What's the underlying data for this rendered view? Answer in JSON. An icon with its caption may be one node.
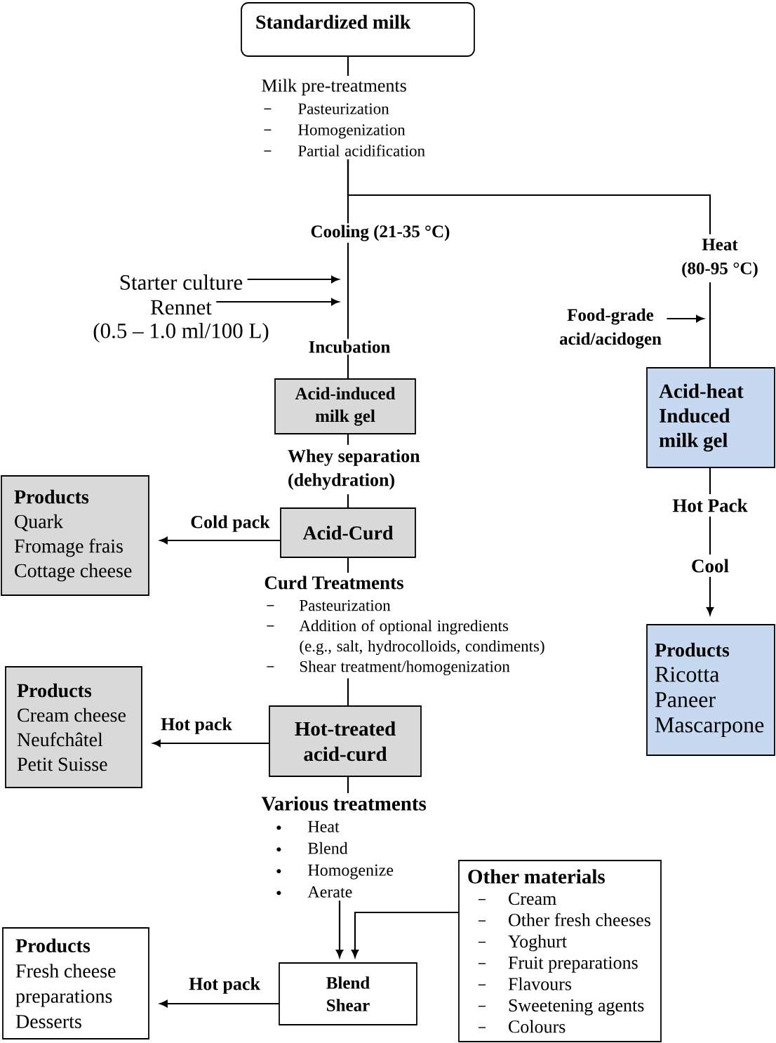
{
  "diagram": {
    "nodes": [
      {
        "text": [
          "Standardized milk"
        ]
      },
      {
        "text": [
          "Milk pre-treatments",
          "Pasteurization",
          "Homogenization",
          "Partial acidification"
        ]
      },
      {
        "text": [
          "Cooling (21-35 °C)"
        ]
      },
      {
        "text": [
          "Heat (80-95 °C)"
        ]
      },
      {
        "text": [
          "Starter culture"
        ]
      },
      {
        "text": [
          "Rennet"
        ],
        "beside": [
          "(0.5 – 1.0 ml/100 L)"
        ]
      },
      {
        "text": [
          "Food-grade acid/acidogen"
        ]
      },
      {
        "text": [
          "Incubation"
        ]
      },
      {
        "text": [
          "Acid-induced milk gel"
        ]
      },
      {
        "text": [
          "Acid-heat Induced milk gel"
        ]
      },
      {
        "text": [
          "Whey separation (dehydration)"
        ]
      },
      {
        "text": [
          "Products",
          "Quark",
          "Fromage frais",
          "Cottage cheese"
        ]
      },
      {
        "text": [
          "Acid-Curd"
        ]
      },
      {
        "text": [
          "Hot Pack"
        ]
      },
      {
        "text": [
          "Cool"
        ]
      },
      {
        "text": [
          "Curd Treatments",
          "Pasteurization",
          "Addition of optional ingredients (e.g., salt, hydrocolloids, condiments)",
          "Shear treatment/homogenization"
        ]
      },
      {
        "text": [
          "Products",
          "Ricotta",
          "Paneer",
          "Mascarpone"
        ]
      },
      {
        "text": [
          "Products",
          "Cream cheese",
          "Neufchâtel",
          "Petit Suisse"
        ]
      },
      {
        "text": [
          "Hot-treated acid-curd"
        ]
      },
      {
        "text": [
          "Various treatments",
          "Heat",
          "Blend",
          "Homogenize",
          "Aerate"
        ]
      },
      {
        "text": [
          "Other materials",
          "Cream",
          "Other fresh cheeses",
          "Yoghurt",
          "Fruit preparations",
          "Flavours",
          "Sweetening agents",
          "Colours"
        ]
      },
      {
        "text": [
          "Blend Shear"
        ]
      },
      {
        "text": [
          "Products",
          "Fresh cheese preparations",
          "Desserts"
        ]
      }
    ],
    "edges": [
      {
        "from": 0,
        "to": 1,
        "arrow": "none"
      },
      {
        "from": 1,
        "to": 2,
        "arrow": "none"
      },
      {
        "from": 1,
        "to": 3,
        "arrow": "none"
      },
      {
        "from": 2,
        "to": 7,
        "arrow": "none"
      },
      {
        "from": 4,
        "to": null,
        "arrow": "to"
      },
      {
        "from": 5,
        "to": null,
        "arrow": "to"
      },
      {
        "from": 3,
        "to": 9,
        "arrow": "none"
      },
      {
        "from": 6,
        "to": null,
        "arrow": "to"
      },
      {
        "from": 7,
        "to": 8,
        "arrow": "none"
      },
      {
        "from": 8,
        "to": 10,
        "arrow": "none"
      },
      {
        "from": 10,
        "to": 12,
        "arrow": "none"
      },
      {
        "from": 12,
        "to": 11,
        "arrow": "to",
        "label": "Cold pack"
      },
      {
        "from": 9,
        "to": 13,
        "arrow": "none"
      },
      {
        "from": 13,
        "to": 14,
        "arrow": "none"
      },
      {
        "from": 14,
        "to": 16,
        "arrow": "to"
      },
      {
        "from": 12,
        "to": 15,
        "arrow": "none"
      },
      {
        "from": 15,
        "to": 18,
        "arrow": "none"
      },
      {
        "from": 18,
        "to": 17,
        "arrow": "to",
        "label": "Hot pack"
      },
      {
        "from": 18,
        "to": 19,
        "arrow": "none"
      },
      {
        "from": 19,
        "to": 21,
        "arrow": "to"
      },
      {
        "from": 20,
        "to": 21,
        "arrow": "to"
      },
      {
        "from": 21,
        "to": 22,
        "arrow": "to",
        "label": "Hot pack"
      }
    ]
  }
}
